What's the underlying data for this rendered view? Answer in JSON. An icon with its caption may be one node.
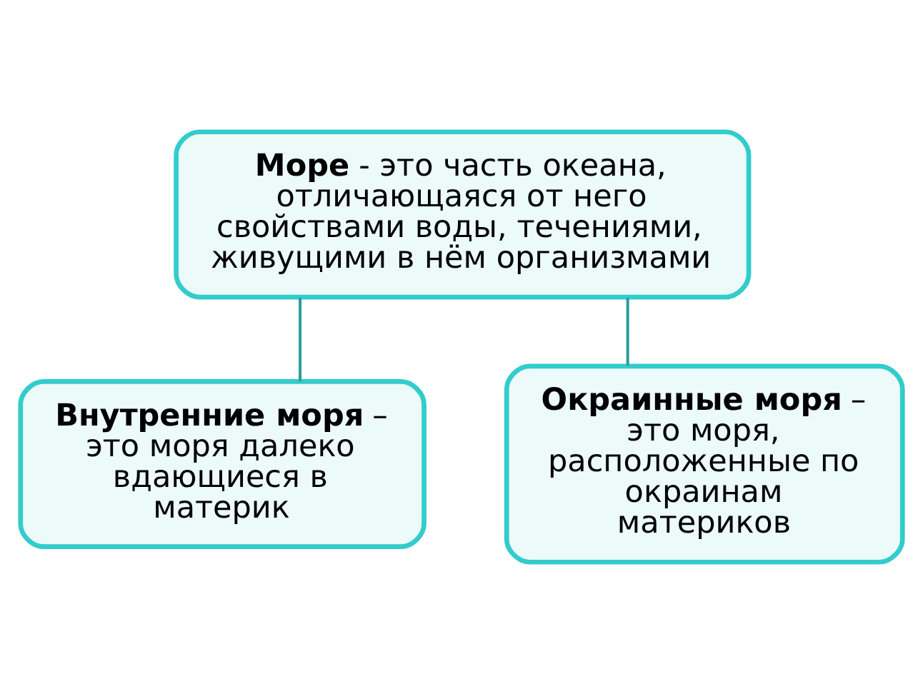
{
  "diagram": {
    "nodes": [
      {
        "text": [
          "**Море** - это часть океана, отличающаяся от него свойствами воды, течениями, живущими в нём организмами"
        ]
      },
      {
        "text": [
          "**Внутренние моря** – это моря далеко вдающиеся в материк"
        ]
      },
      {
        "text": [
          "**Окраинные моря** – это моря, расположенные по окраинам материков"
        ]
      }
    ],
    "edges": [
      {
        "from": 0,
        "to": 1,
        "arrow": "none"
      },
      {
        "from": 0,
        "to": 2,
        "arrow": "none"
      }
    ]
  }
}
